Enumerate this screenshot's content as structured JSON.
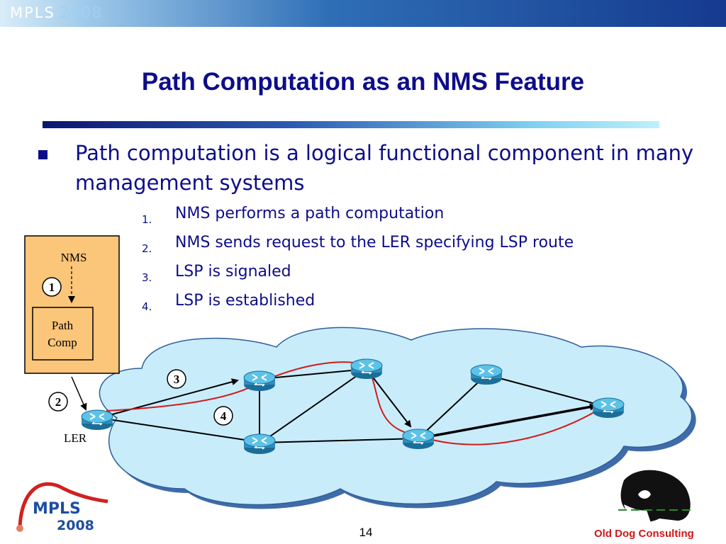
{
  "header": {
    "logo_main": "MPLS",
    "logo_year": "2008"
  },
  "title": "Path Computation as an NMS Feature",
  "bullet": "Path computation is a logical functional component in many management systems",
  "steps": [
    {
      "num": "1.",
      "text": "NMS performs a path computation"
    },
    {
      "num": "2.",
      "text": "NMS sends request to the LER specifying LSP route"
    },
    {
      "num": "3.",
      "text": "LSP is signaled"
    },
    {
      "num": "4.",
      "text": "LSP is established"
    }
  ],
  "diagram": {
    "nms_label": "NMS",
    "path_comp_line1": "Path",
    "path_comp_line2": "Comp",
    "ler_label": "LER",
    "markers": [
      "1",
      "2",
      "3",
      "4"
    ]
  },
  "footer": {
    "logo_main": "MPLS",
    "logo_year": "2008",
    "page_number": "14",
    "credit": "Old Dog Consulting"
  },
  "colors": {
    "title": "#0d0d8a",
    "cloud": "#c9ecfb",
    "nms_box": "#fbc57a",
    "lsp_path": "#d11a1a",
    "router": "#3aa3d0"
  }
}
